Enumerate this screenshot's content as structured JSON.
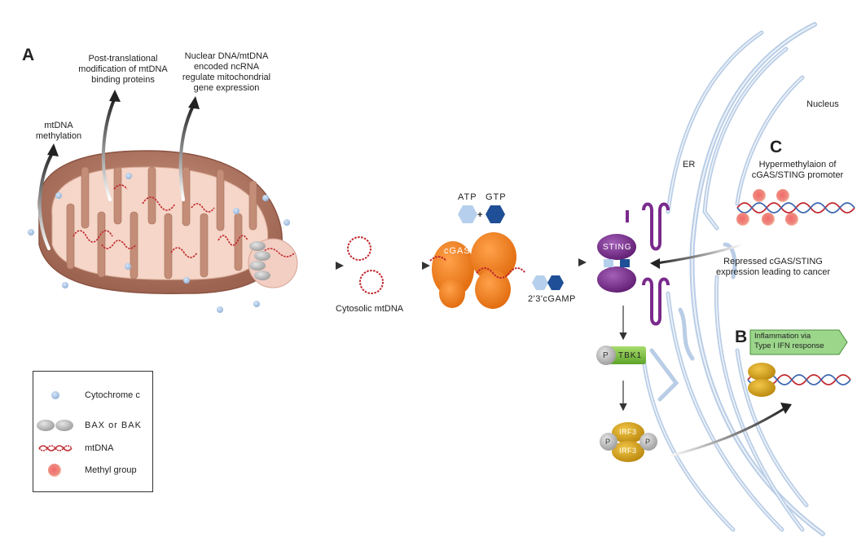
{
  "panels": {
    "a": "A",
    "b": "B",
    "c": "C"
  },
  "annotations": {
    "methylation": "mtDNA\nmethylation",
    "ptm": "Post-translational\nmodification of mtDNA\nbinding proteins",
    "ncrna": "Nuclear DNA/mtDNA\nencoded ncRNA\nregulate mitochondrial\ngene expression",
    "cytosolic_mtdna": "Cytosolic mtDNA",
    "atp": "ATP",
    "gtp": "GTP",
    "plus": "+",
    "cgas": "cGAS",
    "cgamp": "2'3'cGAMP",
    "sting": "STING",
    "tbk1": "TBK1",
    "p": "P",
    "irf3": "IRF3",
    "nucleus": "Nucleus",
    "er": "ER",
    "hypermethylation": "Hypermethylaion of\ncGAS/STING promoter",
    "repressed": "Repressed cGAS/STING\nexpression leading to cancer",
    "inflammation": "Inflammation via\nType I IFN response"
  },
  "legend": [
    {
      "icon": "cytochrome-c-icon",
      "label": "Cytochrome c"
    },
    {
      "icon": "bax-bak-icon",
      "label": "BAX or BAK"
    },
    {
      "icon": "mtdna-icon",
      "label": "mtDNA"
    },
    {
      "icon": "methyl-group-icon",
      "label": "Methyl group"
    }
  ],
  "colors": {
    "mito_outer": "#b07a66",
    "mito_inner": "#f6d9cc",
    "mtdna": "#c0272d",
    "cytochrome": "#a9c4e6",
    "cgas": "#ef7d1a",
    "sting": "#7a2a8c",
    "tbk1": "#7cc242",
    "irf3": "#d9a21a",
    "er": "#c7d7ea",
    "methyl": "#f06a6a",
    "atp": "#b6cfec",
    "gtp": "#1f4f96",
    "b_box": "#9bd68a"
  }
}
